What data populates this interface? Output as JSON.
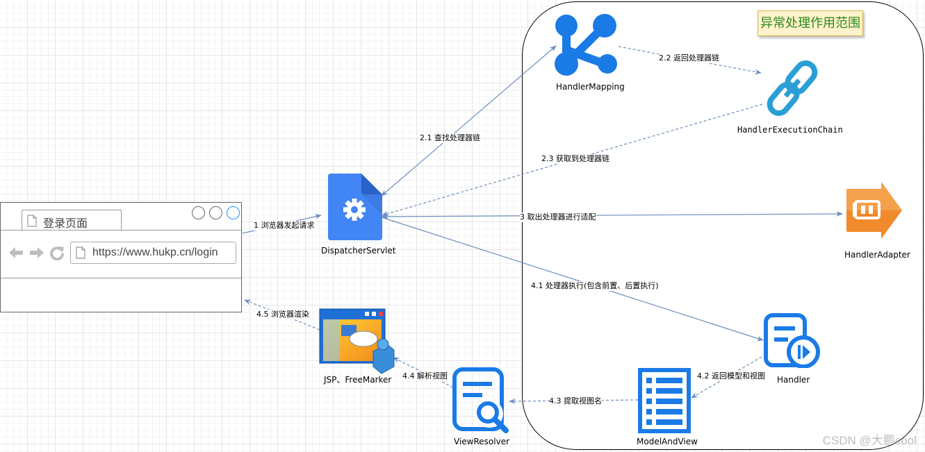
{
  "scope": {
    "title": "异常处理作用范围"
  },
  "browser": {
    "tab_title": "登录页面",
    "url": "https://www.hukp.cn/login"
  },
  "nodes": {
    "dispatcher": "DispatcherServlet",
    "handler_mapping": "HandlerMapping",
    "handler_execution_chain": "HandlerExecutionChain",
    "handler_adapter": "HandlerAdapter",
    "handler": "Handler",
    "model_and_view": "ModelAndView",
    "view_resolver": "ViewResolver",
    "view": "JSP、FreeMarker"
  },
  "edges": {
    "e1": "1 浏览器发起请求",
    "e21": "2.1 查找处理器链",
    "e22": "2.2 返回处理器链",
    "e23": "2.3 获取到处理器链",
    "e3": "3 取出处理器进行适配",
    "e41": "4.1 处理器执行(包含前置、后置执行)",
    "e42": "4.2 返回模型和视图",
    "e43": "4.3 提取视图名",
    "e44": "4.4 解析视图",
    "e45": "4.5 浏览器渲染"
  },
  "colors": {
    "edge": "#6c8ebf",
    "icon_blue": "#1a7ae6",
    "chain_blue": "#2a9fd6",
    "adapter_orange": "#f08a2c",
    "scope_title_text": "#2a8a1a"
  },
  "watermark": "CSDN @大鹏cool"
}
